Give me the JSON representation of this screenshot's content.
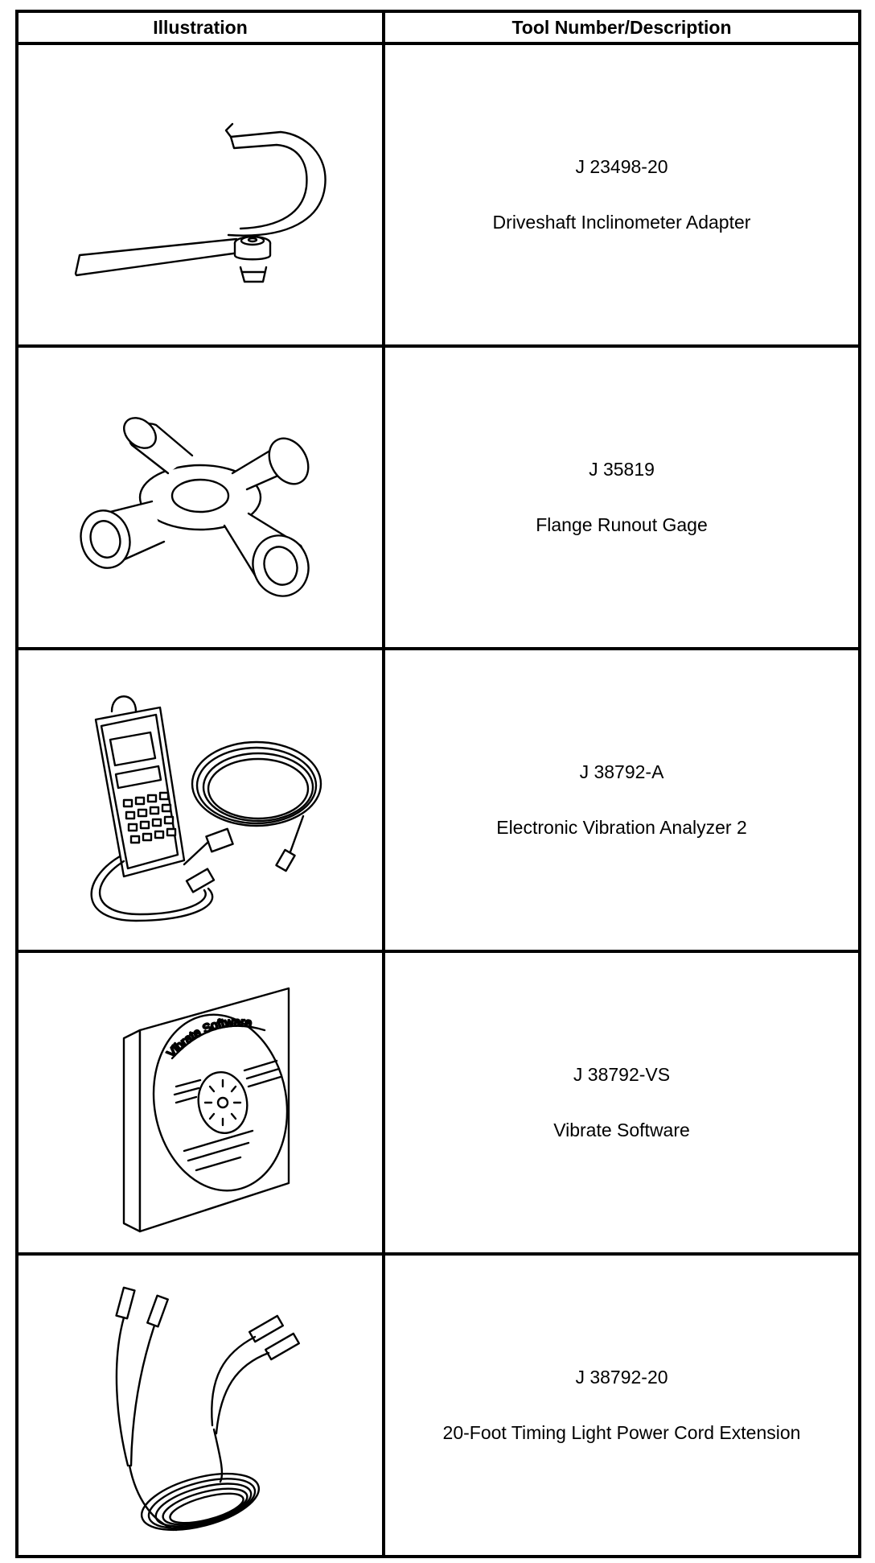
{
  "table": {
    "headers": {
      "illustration": "Illustration",
      "tool": "Tool Number/Description"
    },
    "rows": [
      {
        "number": "J 23498-20",
        "description": "Driveshaft Inclinometer Adapter",
        "icon": "inclinometer-adapter-icon"
      },
      {
        "number": "J 35819",
        "description": "Flange Runout Gage",
        "icon": "universal-joint-icon"
      },
      {
        "number": "J 38792-A",
        "description": "Electronic Vibration Analyzer 2",
        "icon": "vibration-analyzer-icon"
      },
      {
        "number": "J 38792-VS",
        "description": "Vibrate Software",
        "icon": "software-cd-icon",
        "cd_label": "Vibrate Software"
      },
      {
        "number": "J 38792-20",
        "description": "20-Foot Timing Light Power Cord Extension",
        "icon": "power-cord-icon"
      }
    ]
  }
}
